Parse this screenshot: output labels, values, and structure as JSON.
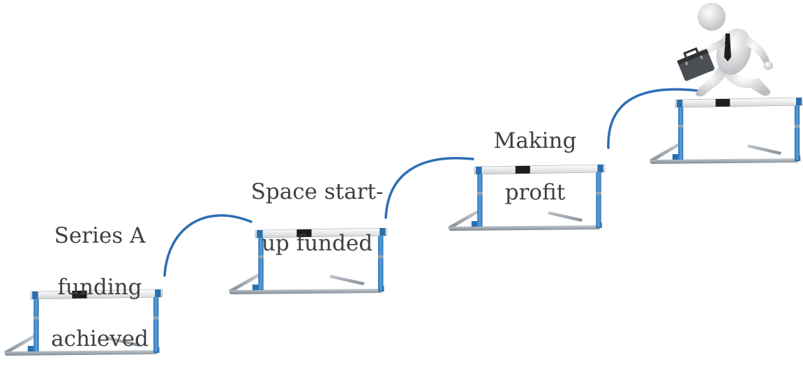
{
  "steps": [
    {
      "lines": [
        "Series A",
        "funding",
        "achieved"
      ]
    },
    {
      "lines": [
        "Space start-",
        "up funded"
      ]
    },
    {
      "lines": [
        "Making",
        "profit"
      ]
    }
  ],
  "colors": {
    "arc": "#2e6db4",
    "hurdle_pole": "#3d86c6",
    "hurdle_base": "#9aa3ad",
    "bar_light": "#f4f4f4",
    "bar_dark": "#1e1e1e",
    "text": "#3f3f3f"
  },
  "icons": [
    "hurdle-icon",
    "businessman-icon",
    "briefcase-icon"
  ]
}
